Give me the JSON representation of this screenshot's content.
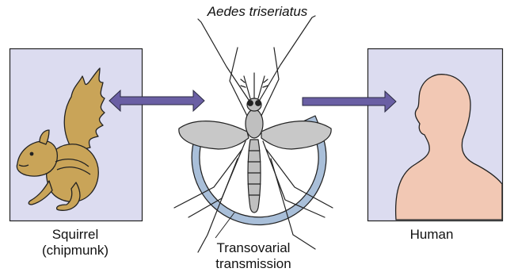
{
  "title": "Aedes triseriatus",
  "hosts": {
    "reservoir": {
      "line1": "Squirrel",
      "line2": "(chipmunk)"
    },
    "human": {
      "label": "Human"
    }
  },
  "cycle": {
    "line1": "Transovarial",
    "line2": "transmission"
  },
  "colors": {
    "panel_fill": "#dcdcf0",
    "arrow": "#6a5fa4",
    "arrow_outline": "#2a2a40",
    "squirrel": "#c9a458",
    "human_skin": "#f2c8b4",
    "mosquito": "#bfbfbf",
    "cycle_ring": "#a9bfd9",
    "outline": "#222222"
  },
  "icons": {
    "squirrel": "squirrel-illustration",
    "human": "human-silhouette",
    "mosquito": "mosquito-illustration",
    "cycle": "circular-arrow-icon",
    "link_left": "double-headed-arrow-icon",
    "link_right": "right-arrow-icon"
  }
}
